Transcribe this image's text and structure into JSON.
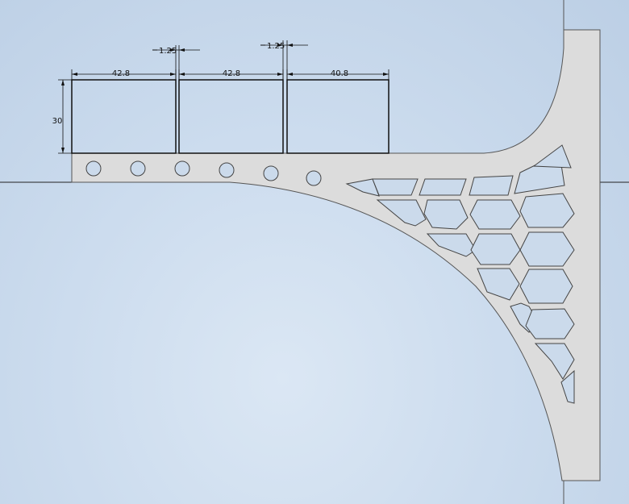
{
  "dimensions": {
    "width_1": "42.8",
    "width_2": "42.8",
    "width_3": "40.8",
    "gap_1": "1.25",
    "gap_2": "1.25",
    "height": "30"
  },
  "colors": {
    "part_fill": "#dcdcdc",
    "part_stroke": "#555555",
    "sketch_line": "#111111",
    "background": "#ccdcee"
  }
}
